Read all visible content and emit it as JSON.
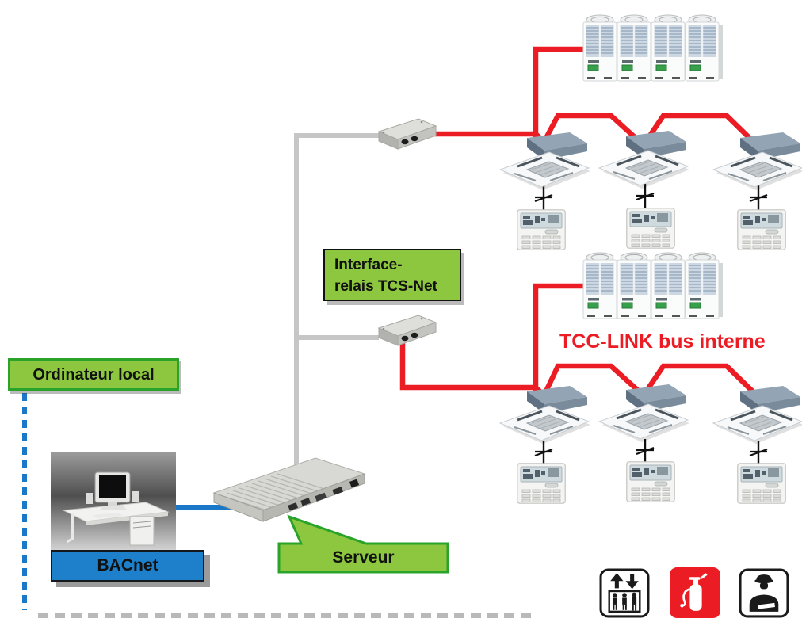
{
  "labels": {
    "local_computer": "Ordinateur local",
    "bacnet": "BACnet",
    "server": "Serveur",
    "relay_interface": [
      "Interface-",
      "relais TCS-Net"
    ],
    "internal_bus": "TCC-LINK bus interne"
  },
  "colors": {
    "label_green_fill": "#8DC63F",
    "label_green_border": "#29A329",
    "bacnet_blue_fill": "#1E7FCB",
    "network_line_blue": "#1B78C8",
    "tcc_link_red": "#EC1C24",
    "bus_line_gray": "#C6C6C6",
    "dashed_line_gray": "#B9B9B9"
  },
  "components": {
    "outdoor_unit_groups": 2,
    "modules_per_outdoor_group": 4,
    "indoor_cassette_units": 6,
    "wired_remote_controllers": 6,
    "tcs_net_relay_interfaces": 2,
    "bacnet_server": 1,
    "local_computer": 1
  },
  "safety_icons": [
    "elevator",
    "fire-extinguisher",
    "security-guard"
  ]
}
